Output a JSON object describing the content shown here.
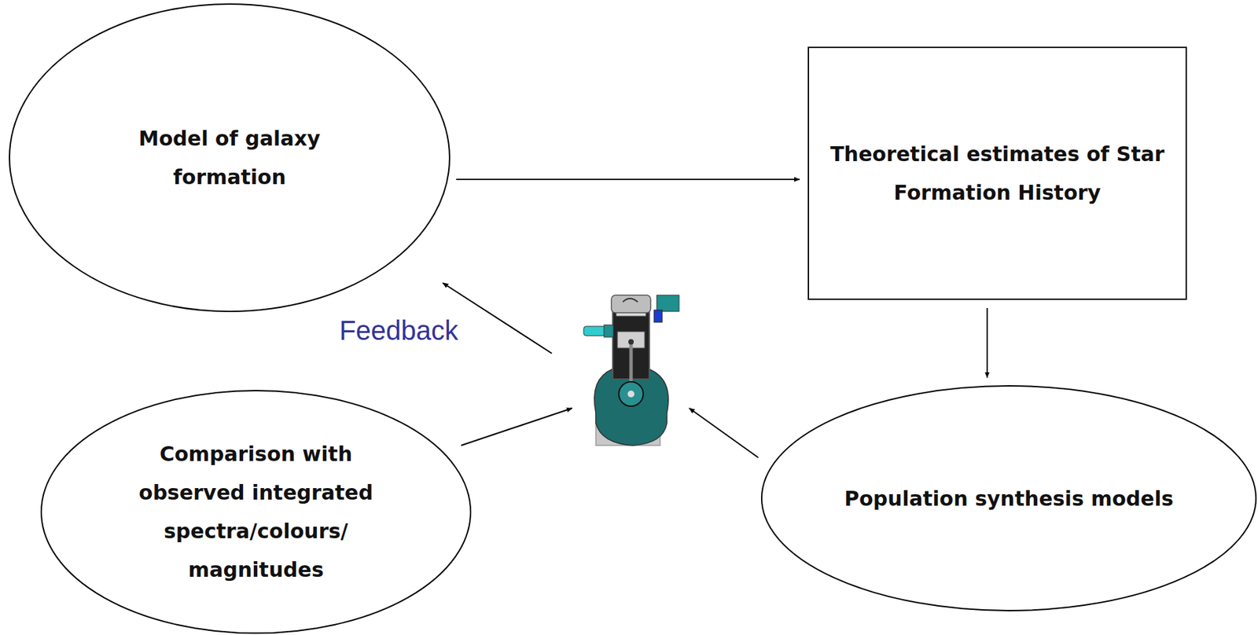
{
  "diagram": {
    "nodes": [
      {
        "text": [
          "Model of galaxy formation"
        ]
      },
      {
        "text": [
          "Theoretical estimates of Star Formation History"
        ]
      },
      {
        "text": [
          "Comparison with observed integrated spectra/colours/ magnitudes"
        ]
      },
      {
        "text": [
          "Population synthesis models"
        ]
      }
    ],
    "edges": [
      {
        "from": 0,
        "to": 1,
        "arrow": "to"
      },
      {
        "from": 1,
        "to": 3,
        "arrow": "to"
      }
    ],
    "labels": [
      "Feedback"
    ]
  }
}
